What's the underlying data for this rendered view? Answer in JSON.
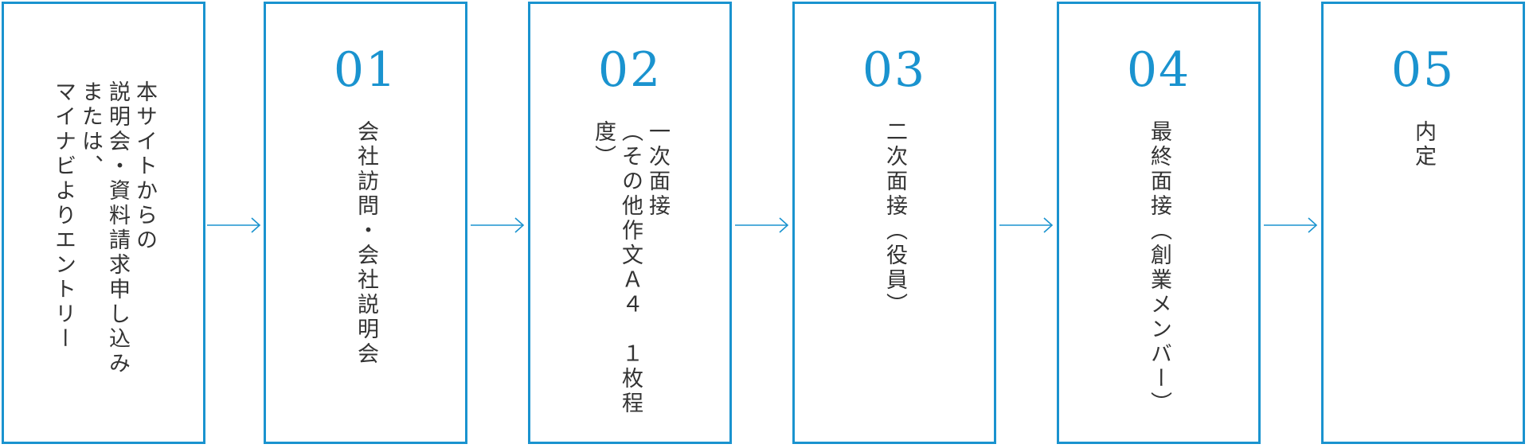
{
  "colors": {
    "accent": "#1a93cf",
    "text": "#333333",
    "background": "#ffffff"
  },
  "steps": [
    {
      "number": "",
      "label": "本サイトからの\n説明会・資料請求申し込み\nまたは、\nマイナビよりエントリー"
    },
    {
      "number": "01",
      "label": "会社訪問・会社説明会"
    },
    {
      "number": "02",
      "label": "一次面接\n（その他作文Ａ４　１枚程度）"
    },
    {
      "number": "03",
      "label": "二次面接（役員）"
    },
    {
      "number": "04",
      "label": "最終面接（創業メンバー）"
    },
    {
      "number": "05",
      "label": "内定"
    }
  ]
}
